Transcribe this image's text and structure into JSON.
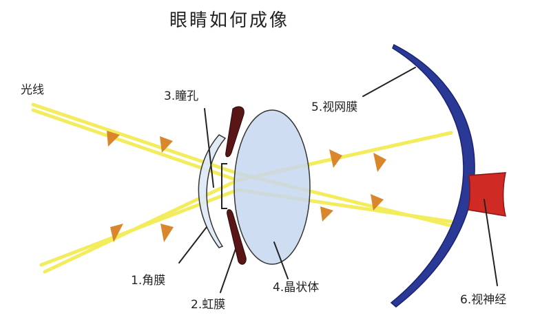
{
  "title": "眼睛如何成像",
  "labels": {
    "light": "光线",
    "pupil": "3.瞳孔",
    "retina": "5.视网膜",
    "cornea": "1.角膜",
    "iris": "2.虹膜",
    "lens": "4.晶状体",
    "optic_nerve": "6.视神经"
  },
  "colors": {
    "ray": "#f3ec54",
    "arrow": "#d9862c",
    "retina": "#2a3896",
    "optic_nerve": "#d02a25",
    "iris": "#5a1616",
    "lens_fill": "#c5d7ee",
    "cornea_fill": "#dde9f6"
  }
}
